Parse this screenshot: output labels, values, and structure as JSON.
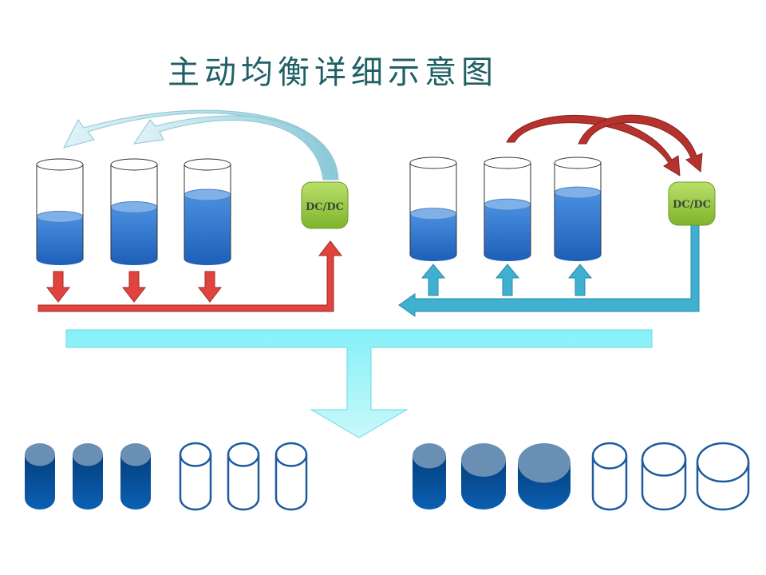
{
  "title": "主动均衡详细示意图",
  "left_group": {
    "description": "discharge balancing: cells feed energy via red arrows into DC/DC, which redistributes via light-blue arcs to lower cells",
    "cells": [
      {
        "fill_level": 0.45
      },
      {
        "fill_level": 0.55
      },
      {
        "fill_level": 0.68
      }
    ],
    "converter_label": "DC/DC",
    "bus_color": "#d9403a",
    "return_arc_color": "#a9dde9"
  },
  "right_group": {
    "description": "charge balancing: higher cells send energy via dark-red arcs to DC/DC, which feeds back via cyan bus to all cells",
    "cells": [
      {
        "fill_level": 0.45
      },
      {
        "fill_level": 0.55
      },
      {
        "fill_level": 0.68
      }
    ],
    "converter_label": "DC/DC",
    "bus_color": "#3fb0d0",
    "arc_color": "#b5322e"
  },
  "converter_color": "#8cc63f",
  "merge_arrow_color": "#8ef3f8",
  "result_left": {
    "filled": 3,
    "empty": 3,
    "fill_color": "#0a5aa8"
  },
  "result_right": {
    "filled": 3,
    "empty": 3,
    "fill_color": "#0a5aa8"
  }
}
